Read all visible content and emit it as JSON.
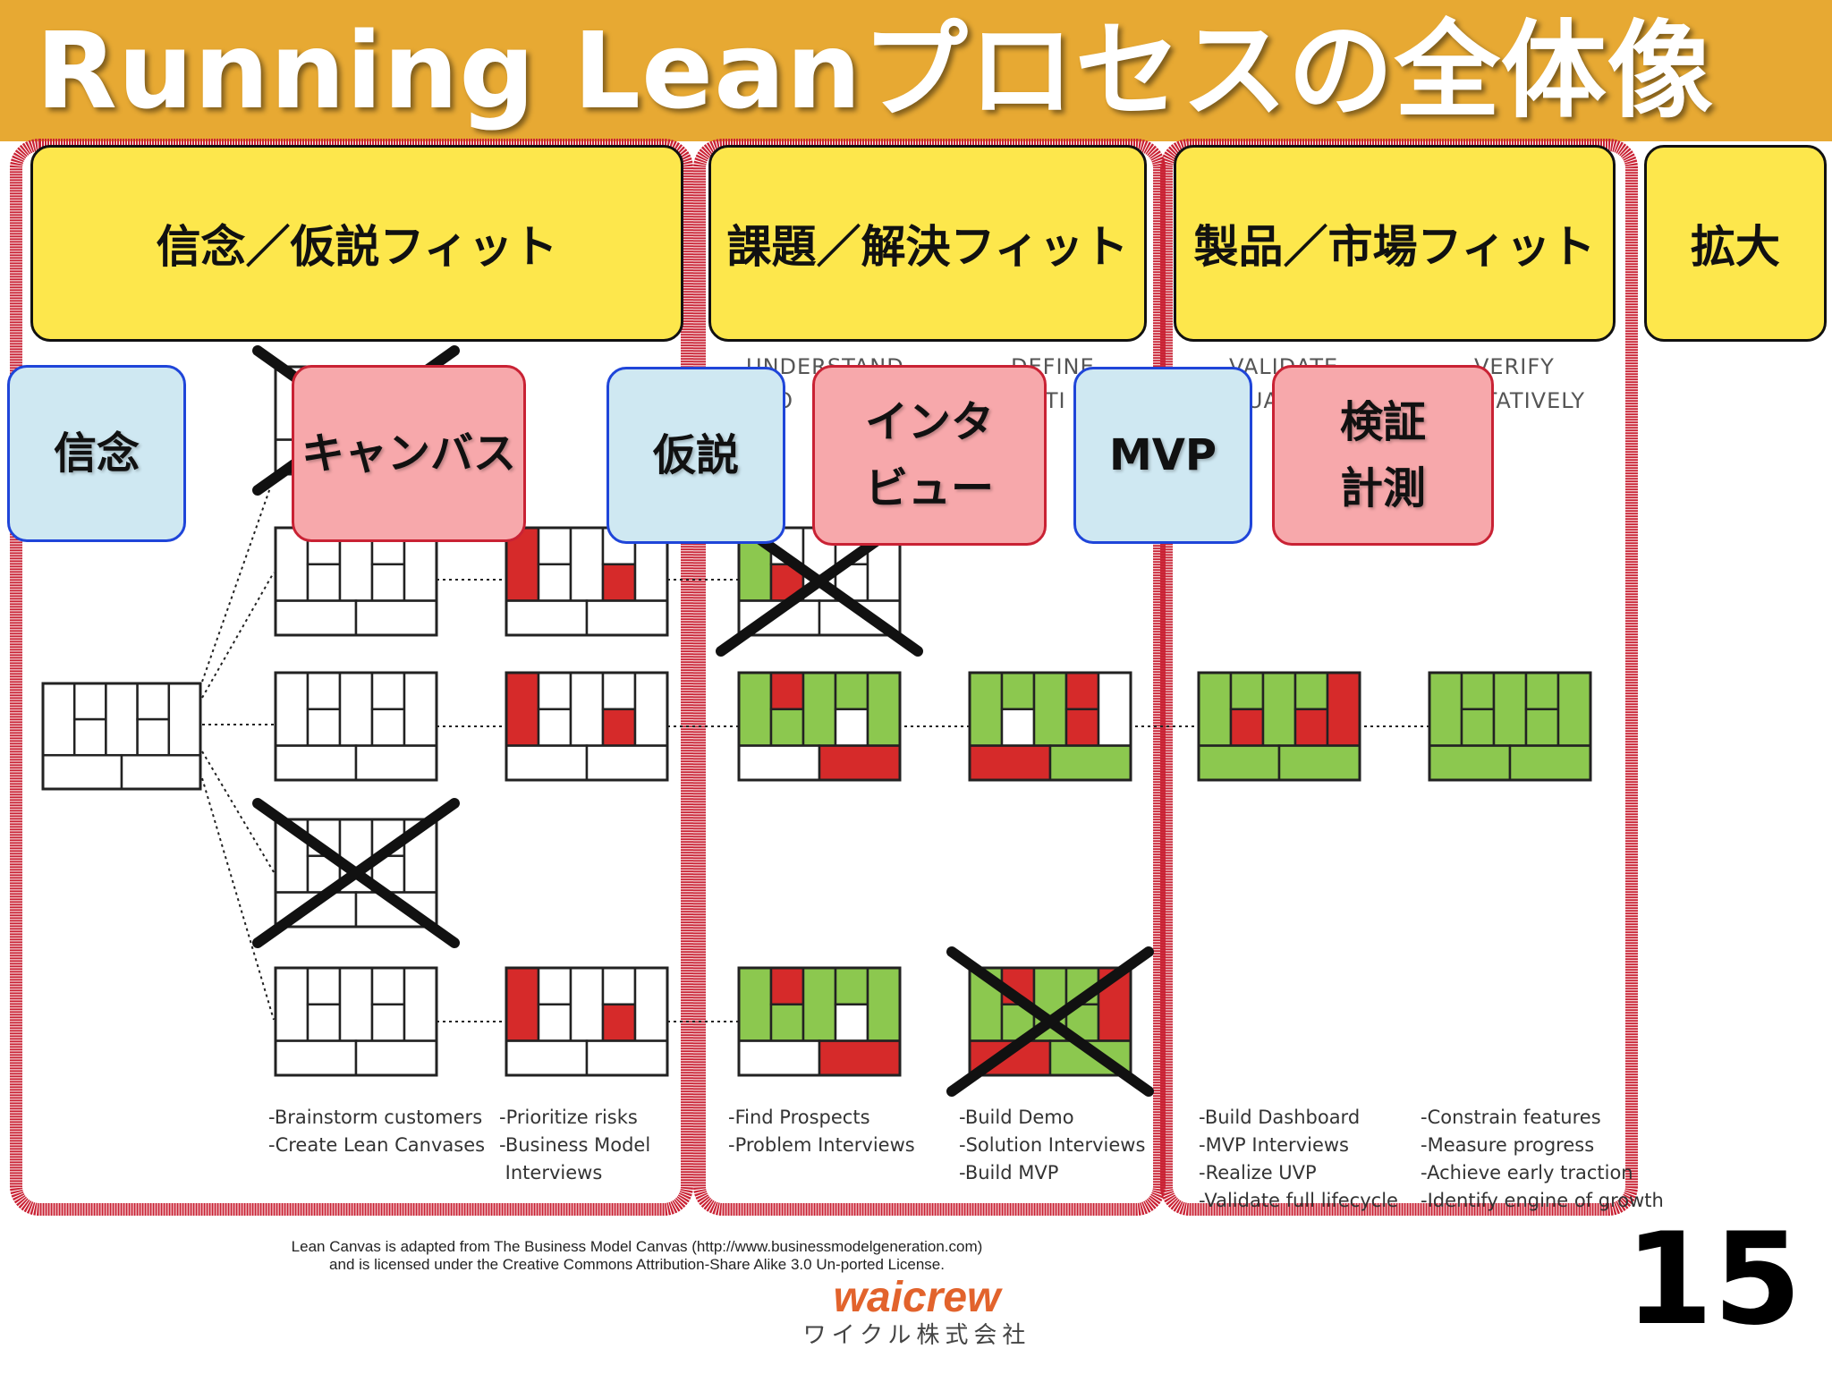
{
  "title": "Running Leanプロセスの全体像",
  "stages": [
    {
      "label": "信念／仮説フィット"
    },
    {
      "label": "課題／解決フィット"
    },
    {
      "label": "製品／市場フィット"
    },
    {
      "label": "拡大"
    }
  ],
  "tags": {
    "belief": "信念",
    "canvas": "キャンバス",
    "hypothesis": "仮説",
    "interview": "インタ\nビュー",
    "mvp": "MVP",
    "measure": "検証\n計測"
  },
  "phase_labels": {
    "understand": "UNDERSTAND",
    "problem_partial": "PRO",
    "define": "DEFINE",
    "solution_partial": "SOLUTI",
    "validate": "VALIDATE",
    "qualitatively_partial": "QUALIT",
    "verify": "VERIFY",
    "quantitatively_partial": "QUANTITATIVELY"
  },
  "activities": [
    "-Brainstorm customers\n-Create Lean Canvases",
    "-Prioritize risks\n-Business Model\n Interviews",
    "-Find Prospects\n-Problem Interviews",
    "-Build Demo\n-Solution Interviews\n-Build MVP",
    "-Build Dashboard\n-MVP Interviews\n-Realize UVP\n-Validate full lifecycle",
    "-Constrain features\n-Measure progress\n-Achieve early traction\n-Identify engine of growth"
  ],
  "footer_note": "Lean Canvas is adapted from The Business Model Canvas (http://www.businessmodelgeneration.com)\nand is licensed under the Creative Commons Attribution-Share Alike 3.0 Un-ported License.",
  "logo": {
    "main": "waicrew",
    "sub": "ワイクル株式会社"
  },
  "page_number": "15",
  "colors": {
    "title_bar": "#e7a933",
    "stage_fill": "#fde74c",
    "frame_red": "#c92234",
    "tag_blue_fill": "#cfe8f2",
    "tag_blue_border": "#1f45d9",
    "tag_pink_fill": "#f7a8ab",
    "cell_red": "#d62a2a",
    "cell_green": "#8cc84f"
  },
  "canvases": [
    {
      "id": "c-root",
      "fill": [
        "w",
        "w",
        "w",
        "w",
        "w",
        "w",
        "w",
        "w",
        "w",
        "w",
        "w"
      ],
      "crossed": false
    },
    {
      "id": "c-s1-top",
      "fill": [
        "w",
        "w",
        "w",
        "w",
        "w",
        "w",
        "w",
        "w",
        "w",
        "w",
        "w"
      ],
      "crossed": true
    },
    {
      "id": "c-s1-r2",
      "fill": [
        "w",
        "w",
        "w",
        "w",
        "w",
        "w",
        "w",
        "w",
        "w",
        "w",
        "w"
      ],
      "crossed": false
    },
    {
      "id": "c-s1-r3",
      "fill": [
        "w",
        "w",
        "w",
        "w",
        "w",
        "w",
        "w",
        "w",
        "w",
        "w",
        "w"
      ],
      "crossed": false
    },
    {
      "id": "c-s1-r4",
      "fill": [
        "w",
        "w",
        "w",
        "w",
        "w",
        "w",
        "w",
        "w",
        "w",
        "w",
        "w"
      ],
      "crossed": true
    },
    {
      "id": "c-s1-r5",
      "fill": [
        "w",
        "w",
        "w",
        "w",
        "w",
        "w",
        "w",
        "w",
        "w",
        "w",
        "w"
      ],
      "crossed": false
    },
    {
      "id": "c-s2-r2",
      "fill": [
        "r",
        "w",
        "w",
        "w",
        "w",
        "r",
        "w",
        "w",
        "r",
        "w",
        "w"
      ],
      "crossed": false
    },
    {
      "id": "c-s2-r3",
      "fill": [
        "r",
        "w",
        "w",
        "w",
        "w",
        "r",
        "w",
        "w",
        "r",
        "w",
        "w"
      ],
      "crossed": false
    },
    {
      "id": "c-s2-r5",
      "fill": [
        "r",
        "w",
        "w",
        "w",
        "w",
        "r",
        "w",
        "w",
        "r",
        "w",
        "w"
      ],
      "crossed": false
    },
    {
      "id": "c-s3-r2",
      "fill": [
        "g",
        "w",
        "r",
        "w",
        "w",
        "w",
        "w",
        "w",
        "w",
        "w",
        "w"
      ],
      "crossed": true
    },
    {
      "id": "c-s3-r3",
      "fill": [
        "g",
        "r",
        "g",
        "g",
        "g",
        "w",
        "g",
        "w",
        "g",
        "w",
        "r"
      ],
      "crossed": false
    },
    {
      "id": "c-s3-r5",
      "fill": [
        "g",
        "r",
        "g",
        "g",
        "g",
        "w",
        "g",
        "w",
        "g",
        "w",
        "r"
      ],
      "crossed": false
    },
    {
      "id": "c-s4-r3",
      "fill": [
        "g",
        "g",
        "w",
        "g",
        "r",
        "r",
        "w",
        "g",
        "g",
        "r",
        "g"
      ],
      "crossed": false
    },
    {
      "id": "c-s4-r5",
      "fill": [
        "g",
        "r",
        "g",
        "g",
        "g",
        "g",
        "r",
        "g",
        "g",
        "r",
        "g"
      ],
      "crossed": true
    },
    {
      "id": "c-s5-r3",
      "fill": [
        "g",
        "g",
        "r",
        "g",
        "g",
        "r",
        "r",
        "g",
        "g",
        "g",
        "g"
      ],
      "crossed": false
    },
    {
      "id": "c-s6-r3",
      "fill": [
        "g",
        "g",
        "g",
        "g",
        "g",
        "g",
        "g",
        "g",
        "g",
        "g",
        "g"
      ],
      "crossed": false
    }
  ]
}
